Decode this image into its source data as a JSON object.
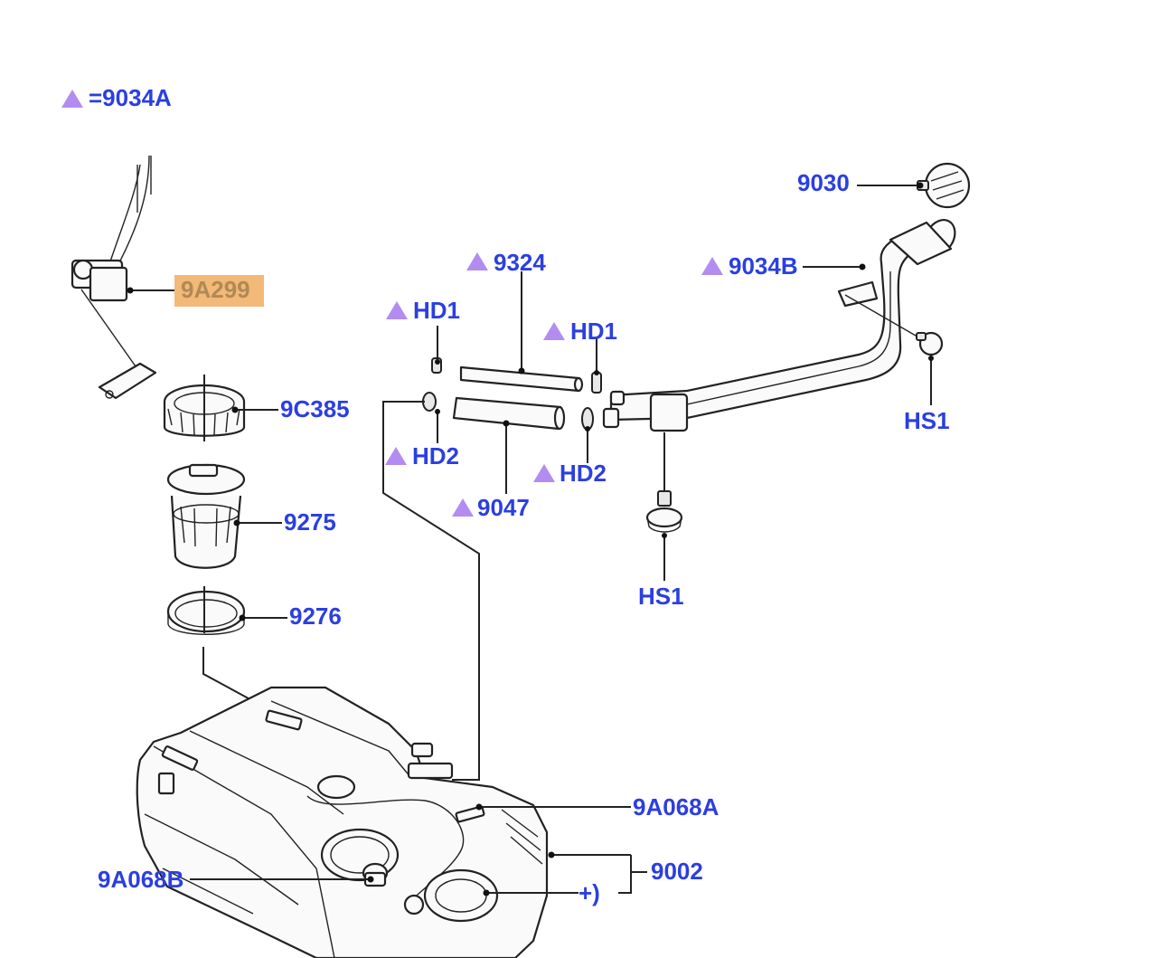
{
  "legend": {
    "symbol": "triangle",
    "text": "=9034A",
    "symbol_color": "#b28cf0"
  },
  "callouts": [
    {
      "id": "9A299",
      "label": "9A299",
      "highlighted": true,
      "highlight_color": "#f2b978"
    },
    {
      "id": "9C385",
      "label": "9C385"
    },
    {
      "id": "9275",
      "label": "9275"
    },
    {
      "id": "9276",
      "label": "9276"
    },
    {
      "id": "9324",
      "label": "9324",
      "triangle": true
    },
    {
      "id": "HD1-left",
      "label": "HD1",
      "triangle": true
    },
    {
      "id": "HD1-right",
      "label": "HD1",
      "triangle": true
    },
    {
      "id": "HD2-left",
      "label": "HD2",
      "triangle": true
    },
    {
      "id": "HD2-right",
      "label": "HD2",
      "triangle": true
    },
    {
      "id": "9047",
      "label": "9047",
      "triangle": true
    },
    {
      "id": "9030",
      "label": "9030"
    },
    {
      "id": "9034B",
      "label": "9034B",
      "triangle": true
    },
    {
      "id": "HS1-upper",
      "label": "HS1"
    },
    {
      "id": "HS1-lower",
      "label": "HS1"
    },
    {
      "id": "9A068A",
      "label": "9A068A"
    },
    {
      "id": "9A068B",
      "label": "9A068B"
    },
    {
      "id": "9002",
      "label": "9002"
    },
    {
      "id": "plus",
      "label": "+)"
    }
  ],
  "colors": {
    "callout_text": "#2b3fe0",
    "triangle": "#b28cf0",
    "highlight": "#f2b978",
    "line": "#222222"
  }
}
